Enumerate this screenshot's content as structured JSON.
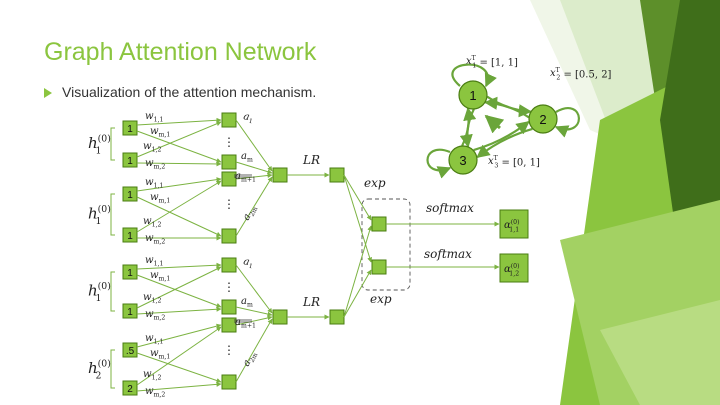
{
  "slide": {
    "title": "Graph Attention Network",
    "bullet": "Visualization of the attention mechanism.",
    "colors": {
      "accent": "#8bc53f",
      "node_fill": "#8bc53f",
      "stroke": "#4a7d12",
      "edge": "#7cb342",
      "text": "#222222"
    }
  },
  "network": {
    "inputs": [
      {
        "h_main": "h",
        "h_sub": "1",
        "h_sup": "(0)",
        "values": [
          "1",
          "1"
        ]
      },
      {
        "h_main": "h",
        "h_sub": "1",
        "h_sup": "(0)",
        "values": [
          "1",
          "1"
        ]
      },
      {
        "h_main": "h",
        "h_sub": "1",
        "h_sup": "(0)",
        "values": [
          "1",
          "1"
        ]
      },
      {
        "h_main": "h",
        "h_sub": "2",
        "h_sup": "(0)",
        "values": [
          ".5",
          "2"
        ]
      }
    ],
    "weights": {
      "w11": {
        "main": "w",
        "sub": "1,1"
      },
      "wm1": {
        "main": "w",
        "sub": "m,1"
      },
      "w12": {
        "main": "w",
        "sub": "1,2"
      },
      "wm2": {
        "main": "w",
        "sub": "m,2"
      }
    },
    "hidden_labels": {
      "a1": {
        "main": "a",
        "sub": "1"
      },
      "am": {
        "main": "a",
        "sub": "m"
      },
      "am1": {
        "main": "a",
        "sub": "m+1"
      },
      "a2m": {
        "main": "a",
        "sub": "2m"
      }
    },
    "dots": "⋮",
    "lr_label": "LR",
    "exp_label": "exp",
    "softmax_label": "softmax",
    "outputs": [
      {
        "main": "α",
        "sub": "1,1",
        "sup": "(0)"
      },
      {
        "main": "α",
        "sub": "1,2",
        "sup": "(0)"
      }
    ]
  },
  "graph": {
    "nodes": [
      {
        "id": "1",
        "label": "1",
        "feature": {
          "main": "x",
          "sub": "1",
          "sup": "T",
          "value": " = [1, 1]"
        }
      },
      {
        "id": "2",
        "label": "2",
        "feature": {
          "main": "x",
          "sub": "2",
          "sup": "T",
          "value": " = [0.5, 2]"
        }
      },
      {
        "id": "3",
        "label": "3",
        "feature": {
          "main": "x",
          "sub": "3",
          "sup": "T",
          "value": " = [0, 1]"
        }
      }
    ]
  }
}
